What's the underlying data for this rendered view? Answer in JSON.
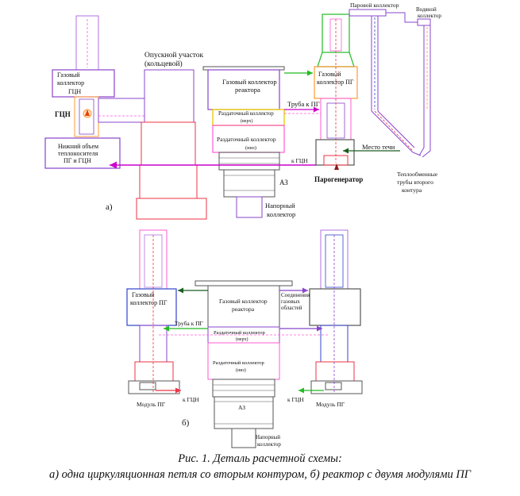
{
  "part_a": {
    "label": "а)",
    "gas_collector_pump_l1": "Газовый",
    "gas_collector_pump_l2": "коллектор",
    "gas_collector_pump_l3": "ГЦН",
    "pump_label": "ГЦН",
    "downcomer_l1": "Опускной участок",
    "downcomer_l2": "(кольцевой)",
    "reactor_gas_l1": "Газовый коллектор",
    "reactor_gas_l2": "реактора",
    "sg_gas_l1": "Газовый",
    "sg_gas_l2": "коллектор ПГ",
    "pipe_to_sg": "Труба к ПГ",
    "dist_upper_l1": "Раздаточный коллектор",
    "dist_upper_l2": "(верх)",
    "dist_lower_l1": "Раздаточный коллектор",
    "dist_lower_l2": "(низ)",
    "lower_volume_l1": "Нижний объем",
    "lower_volume_l2": "теплоносителя",
    "lower_volume_l3": "ПГ и ГЦН",
    "to_pump": "к ГЦН",
    "core": "АЗ",
    "steam_generator": "Парогенератор",
    "pressure_l1": "Напорный",
    "pressure_l2": "коллектор",
    "steam_collector": "Паровой коллектор",
    "water_l1": "Водяной",
    "water_l2": "коллектор",
    "leak_point": "Место течи",
    "hx_l1": "Теплообменные",
    "hx_l2": "трубы второго",
    "hx_l3": "контура"
  },
  "part_b": {
    "label": "б)",
    "sg_gas_left_l1": "Газовый",
    "sg_gas_left_l2": "коллектор ПГ",
    "reactor_gas_l1": "Газовый коллектор",
    "reactor_gas_l2": "реактора",
    "gas_conn_l1": "Соединения",
    "gas_conn_l2": "газовых",
    "gas_conn_l3": "областей",
    "pipe_to_sg": "Труба к ПГ",
    "dist_upper_l1": "Раздаточный коллектор",
    "dist_upper_l2": "(верх)",
    "dist_lower_l1": "Раздаточный коллектор",
    "dist_lower_l2": "(низ)",
    "sg_module_left": "Модуль ПГ",
    "to_pump_left": "к ГЦН",
    "core": "АЗ",
    "to_pump_right": "к ГЦН",
    "sg_module_right": "Модуль ПГ",
    "pressure_l1": "Напорный",
    "pressure_l2": "коллектор"
  },
  "caption": {
    "line1": "Рис. 1. Деталь расчетной схемы:",
    "line2": "а) одна циркуляционная петля со вторым контуром, б) реактор с двумя модулями ПГ"
  },
  "colors": {
    "pink": "#ff5bd6",
    "red": "#ee3344",
    "purple": "#8844cc",
    "blue": "#3344cc",
    "orange": "#ff9933",
    "yellow": "#e8d020",
    "green": "#22bb22",
    "darkgreen": "#1b5e20",
    "magenta": "#cc00cc",
    "gray": "#555555"
  }
}
